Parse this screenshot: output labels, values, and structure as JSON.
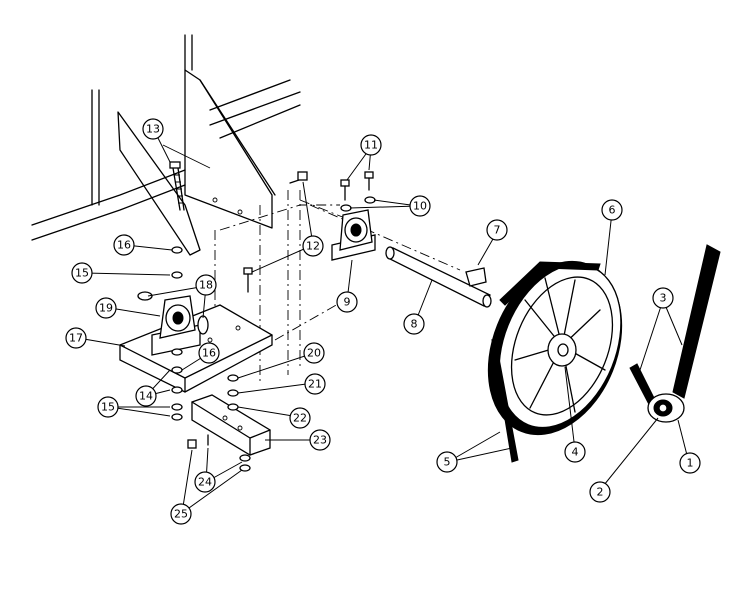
{
  "callouts": [
    {
      "id": "c1",
      "label": "1"
    },
    {
      "id": "c2",
      "label": "2"
    },
    {
      "id": "c3",
      "label": "3"
    },
    {
      "id": "c4",
      "label": "4"
    },
    {
      "id": "c5",
      "label": "5"
    },
    {
      "id": "c6",
      "label": "6"
    },
    {
      "id": "c7",
      "label": "7"
    },
    {
      "id": "c8",
      "label": "8"
    },
    {
      "id": "c9",
      "label": "9"
    },
    {
      "id": "c10",
      "label": "10"
    },
    {
      "id": "c11",
      "label": "11"
    },
    {
      "id": "c12",
      "label": "12"
    },
    {
      "id": "c13",
      "label": "13"
    },
    {
      "id": "c14",
      "label": "14"
    },
    {
      "id": "c15a",
      "label": "15"
    },
    {
      "id": "c15b",
      "label": "15"
    },
    {
      "id": "c16a",
      "label": "16"
    },
    {
      "id": "c16b",
      "label": "16"
    },
    {
      "id": "c17",
      "label": "17"
    },
    {
      "id": "c18",
      "label": "18"
    },
    {
      "id": "c19",
      "label": "19"
    },
    {
      "id": "c20",
      "label": "20"
    },
    {
      "id": "c21",
      "label": "21"
    },
    {
      "id": "c22",
      "label": "22"
    },
    {
      "id": "c23",
      "label": "23"
    },
    {
      "id": "c24",
      "label": "24"
    },
    {
      "id": "c25",
      "label": "25"
    }
  ]
}
